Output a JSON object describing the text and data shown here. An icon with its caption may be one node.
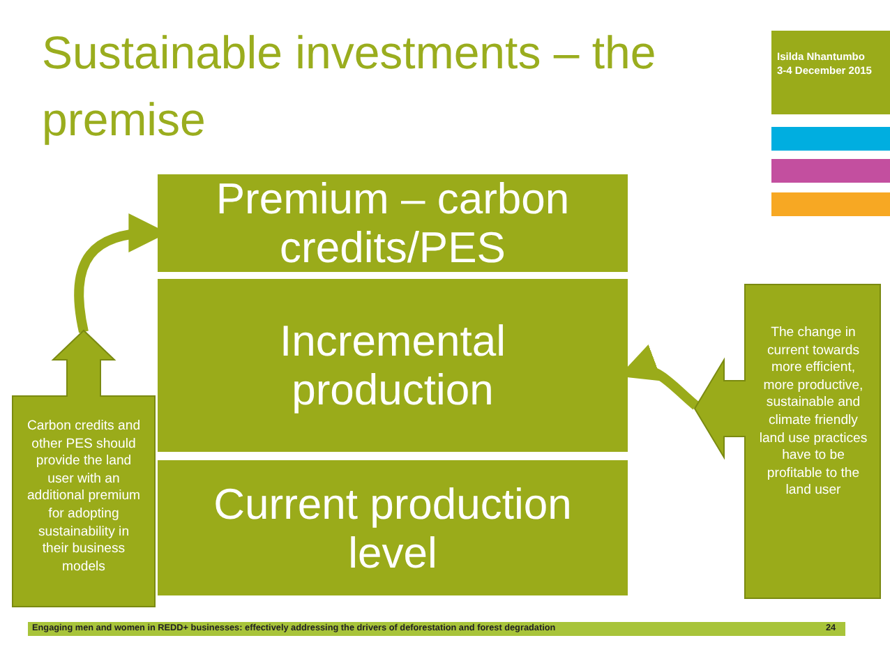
{
  "diagram": {
    "title": "Sustainable investments – the premise",
    "nodes": [
      {
        "text": [
          "Premium – carbon credits/PES"
        ]
      },
      {
        "text": [
          "Incremental production"
        ]
      },
      {
        "text": [
          "Current production level"
        ]
      },
      {
        "text": [
          "Carbon credits and other PES should provide the land user with an additional premium for adopting sustainability in their business models"
        ]
      },
      {
        "text": [
          "The change in current towards more efficient, more productive, sustainable and climate friendly land use practices have to be profitable to the land user"
        ]
      },
      {
        "text": [
          "Isilda Nhantumbo",
          "3-4 December 2015"
        ]
      }
    ],
    "edges": [
      {
        "from": 3,
        "to": 0,
        "arrow": "to"
      },
      {
        "from": 4,
        "to": 1,
        "arrow": "to"
      }
    ],
    "labels": [
      "Engaging men and women in REDD+ businesses: effectively addressing the drivers of deforestation and forest degradation",
      "24"
    ]
  }
}
